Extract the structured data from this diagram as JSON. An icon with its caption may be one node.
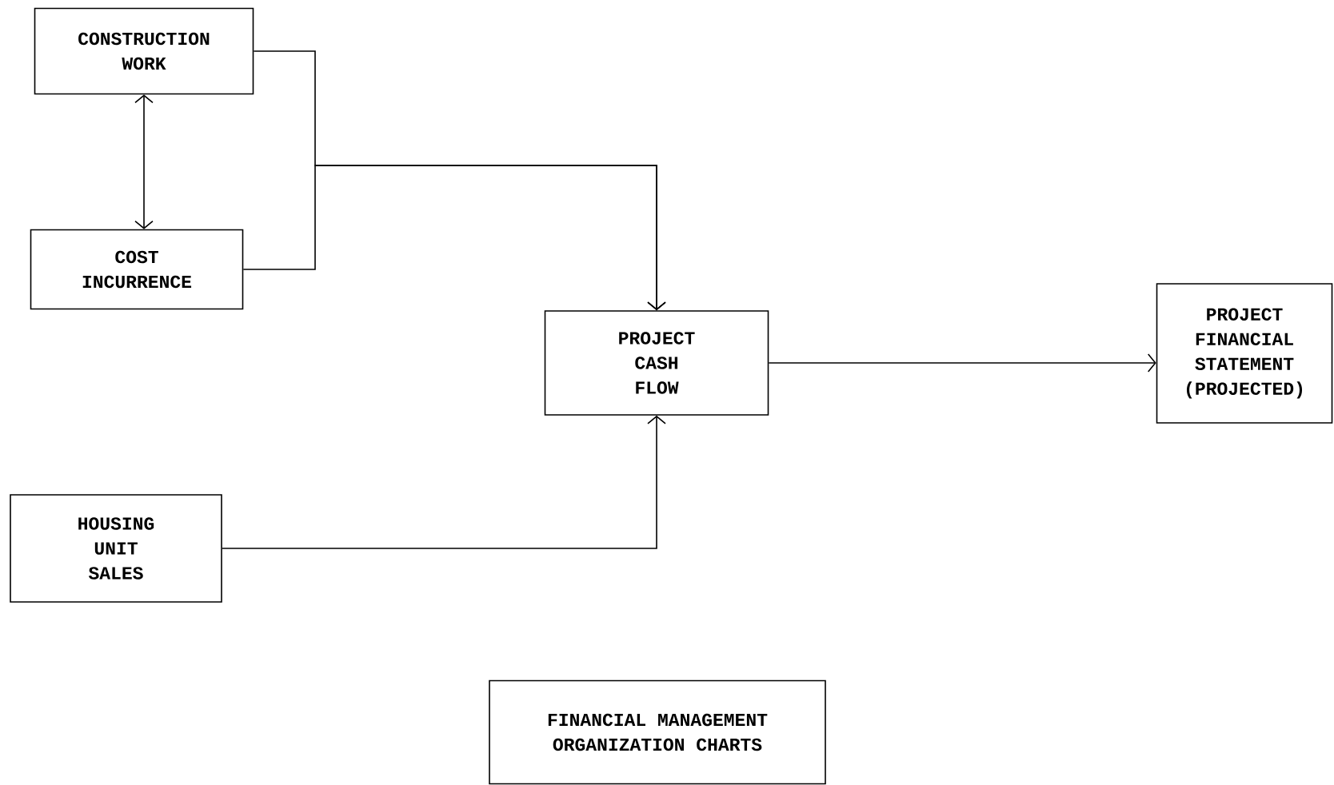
{
  "diagram": {
    "nodes": [
      {
        "text": [
          "CONSTRUCTION WORK"
        ]
      },
      {
        "text": [
          "COST INCURRENCE"
        ]
      },
      {
        "text": [
          "PROJECT CASH FLOW"
        ]
      },
      {
        "text": [
          "PROJECT FINANCIAL STATEMENT (PROJECTED)"
        ]
      },
      {
        "text": [
          "HOUSING UNIT SALES"
        ]
      },
      {
        "text": [
          "FINANCIAL MANAGEMENT ORGANIZATION CHARTS"
        ]
      }
    ],
    "edges": [
      {
        "from": 0,
        "to": 1,
        "arrow": "both"
      },
      {
        "from": 0,
        "to": 2,
        "arrow": "to"
      },
      {
        "from": 1,
        "to": 2,
        "arrow": "to"
      },
      {
        "from": 2,
        "to": 3,
        "arrow": "to"
      },
      {
        "from": 4,
        "to": 2,
        "arrow": "to"
      }
    ]
  }
}
